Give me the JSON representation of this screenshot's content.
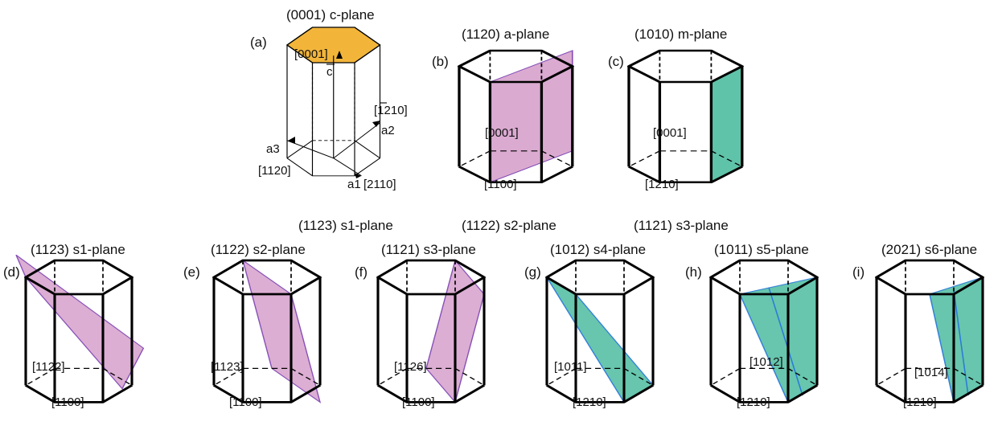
{
  "colors": {
    "c_plane": "#f2b53a",
    "violet_plane": "#d9a6cf",
    "teal_plane": "#5fc3a9",
    "teal_line": "#2a7bd8",
    "violet_line": "#7b3fb0"
  },
  "row1": {
    "a": {
      "panel": "(a)",
      "title": "(0001) c-plane",
      "c_label": "[0001]",
      "c_vec": "c",
      "a2": "a2",
      "a2_dir": "[1210]",
      "a3": "a3",
      "a3_dir": "[1120]",
      "a1": "a1",
      "a1_dir": "[2110]"
    },
    "b": {
      "panel": "(b)",
      "title": "(1120) a-plane",
      "d1": "[0001]",
      "d2": "[1100]"
    },
    "c": {
      "panel": "(c)",
      "title": "(1010) m-plane",
      "d1": "[0001]",
      "d2": "[1210]"
    }
  },
  "captions": [
    "(1123) s1-plane",
    "(1122) s2-plane",
    "(1121) s3-plane"
  ],
  "row2": [
    {
      "panel": "(d)",
      "title": "(1123) s1-plane",
      "d1": "[1122]",
      "d2": "[1100]"
    },
    {
      "panel": "(e)",
      "title": "(1122) s2-plane",
      "d1": "[1123]",
      "d2": "[1100]"
    },
    {
      "panel": "(f)",
      "title": "(1121) s3-plane",
      "d1": "[1126]",
      "d2": "[1100]"
    },
    {
      "panel": "(g)",
      "title": "(1012) s4-plane",
      "d1": "[1011]",
      "d2": "[1210]"
    },
    {
      "panel": "(h)",
      "title": "(1011) s5-plane",
      "d1": "[1012]",
      "d2": "[1210]"
    },
    {
      "panel": "(i)",
      "title": "(2021) s6-plane",
      "d1": "[1014]",
      "d2": "[1210]"
    }
  ]
}
